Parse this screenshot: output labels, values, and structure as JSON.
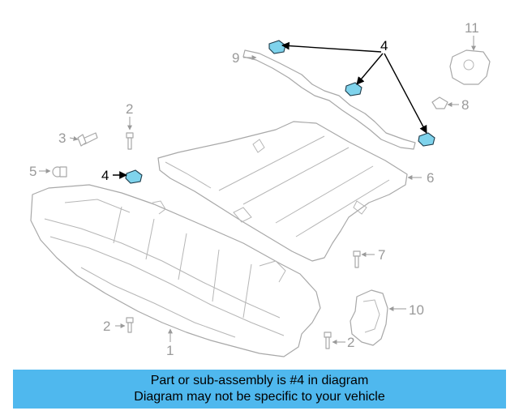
{
  "callouts": {
    "c1": "1",
    "c2a": "2",
    "c2b": "2",
    "c2c": "2",
    "c3": "3",
    "c4a": "4",
    "c4b": "4",
    "c5": "5",
    "c6": "6",
    "c7": "7",
    "c8": "8",
    "c9": "9",
    "c10": "10",
    "c11": "11"
  },
  "banner": {
    "line1": "Part or sub-assembly is #4 in diagram",
    "line2": "Diagram may not be specific to your vehicle"
  },
  "colors": {
    "highlight_part": "#7fd3ec",
    "banner_bg": "#4fb8ee",
    "line_art": "#a8a8a8",
    "highlight_callout": "#000000"
  }
}
